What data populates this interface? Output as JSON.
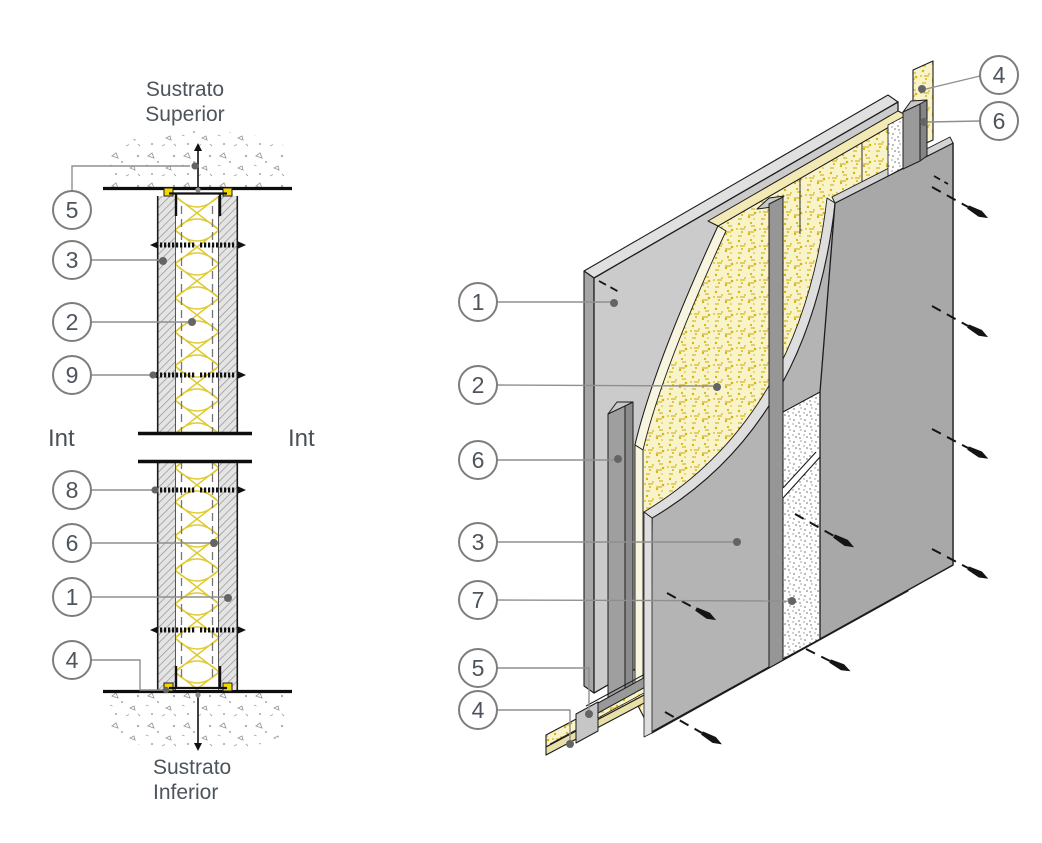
{
  "section_view": {
    "title_top": [
      "Sustrato",
      "Superior"
    ],
    "title_bottom": [
      "Sustrato",
      "Inferior"
    ],
    "int_left": "Int",
    "int_right": "Int",
    "callouts": [
      {
        "number": "5"
      },
      {
        "number": "3"
      },
      {
        "number": "2"
      },
      {
        "number": "9"
      },
      {
        "number": "8"
      },
      {
        "number": "6"
      },
      {
        "number": "1"
      },
      {
        "number": "4"
      }
    ]
  },
  "isometric_view": {
    "callouts_left": [
      {
        "number": "1"
      },
      {
        "number": "2"
      },
      {
        "number": "6"
      },
      {
        "number": "3"
      },
      {
        "number": "7"
      },
      {
        "number": "5"
      },
      {
        "number": "4"
      }
    ],
    "callouts_right": [
      {
        "number": "4"
      },
      {
        "number": "6"
      }
    ]
  },
  "colors": {
    "insulation_zigzag": "#e0ca33",
    "insulation_fill": "#f9f3c9",
    "insulation_speck": "#d6b60e",
    "panel_gray": "#b4b4b4",
    "panel_light": "#cbcbcb",
    "seal_yellow": "#f2d800",
    "outline": "#1c1c1c",
    "leader": "#8f8f8f",
    "callout_text": "#4d545c"
  }
}
